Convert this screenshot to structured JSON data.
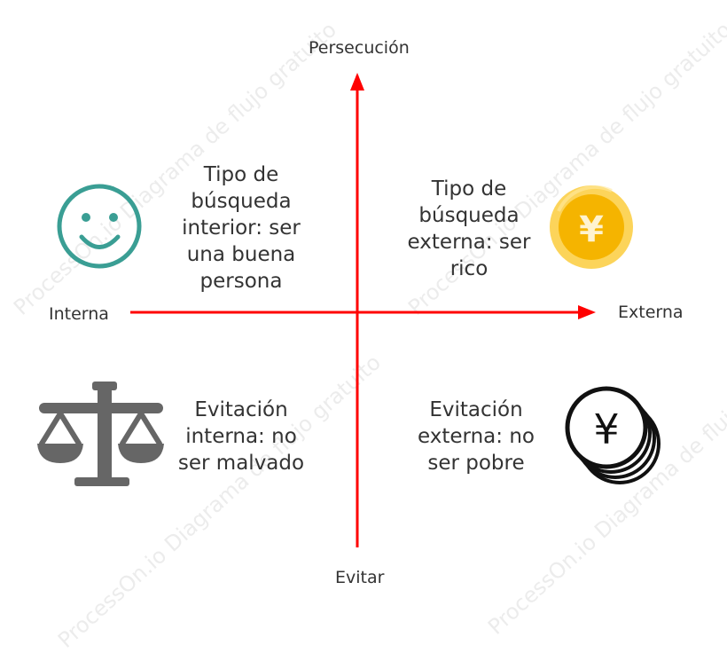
{
  "axes": {
    "top": "Persecución",
    "bottom": "Evitar",
    "left": "Interna",
    "right": "Externa",
    "color": "#ff0000"
  },
  "quadrants": {
    "top_left": "Tipo de\nbúsqueda\ninterior: ser\nuna buena\npersona",
    "top_right": "Tipo de\nbúsqueda\nexterna: ser\nrico",
    "bottom_left": "Evitación\ninterna: no\nser malvado",
    "bottom_right": "Evitación\nexterna: no\nser pobre"
  },
  "icons": {
    "top_left": "smiley-face-icon",
    "top_right": "gold-yen-coin-icon",
    "bottom_left": "balance-scale-icon",
    "bottom_right": "yen-coin-stack-icon"
  },
  "colors": {
    "smiley": "#3a9e94",
    "scale": "#666666",
    "coin_gold": "#f5b400",
    "coin_gold_light": "#fcd45a"
  },
  "watermark": "ProcessOn.io Diagrama de flujo gratuito"
}
